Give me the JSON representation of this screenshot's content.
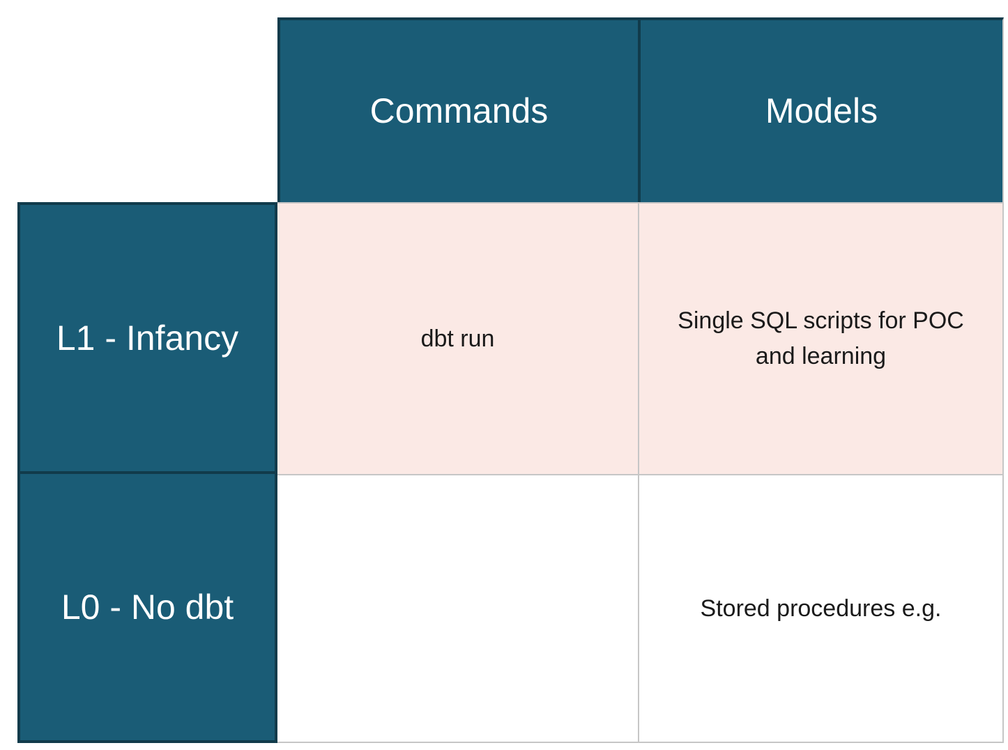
{
  "chart_data": {
    "type": "table",
    "columns": [
      "Commands",
      "Models"
    ],
    "row_headers": [
      "L1 - Infancy",
      "L0 - No dbt"
    ],
    "rows": [
      [
        "dbt run",
        "Single SQL scripts for POC and learning"
      ],
      [
        "",
        "Stored procedures e.g."
      ]
    ],
    "highlighted_row": "L1 - Infancy",
    "layout_hints": {
      "header_row_position": "top",
      "header_column_position": "left",
      "top_left_corner": "empty",
      "grid": "on"
    }
  },
  "style": {
    "colors": {
      "header-bg": "#1A5C76",
      "header-border": "#113B4B",
      "header-text": "#FFFFFF",
      "highlight-row-bg": "#FBE9E5",
      "grid-line": "#C6C6C6",
      "cell-text": "#1A1A1A",
      "page-bg": "#FFFFFF"
    }
  }
}
